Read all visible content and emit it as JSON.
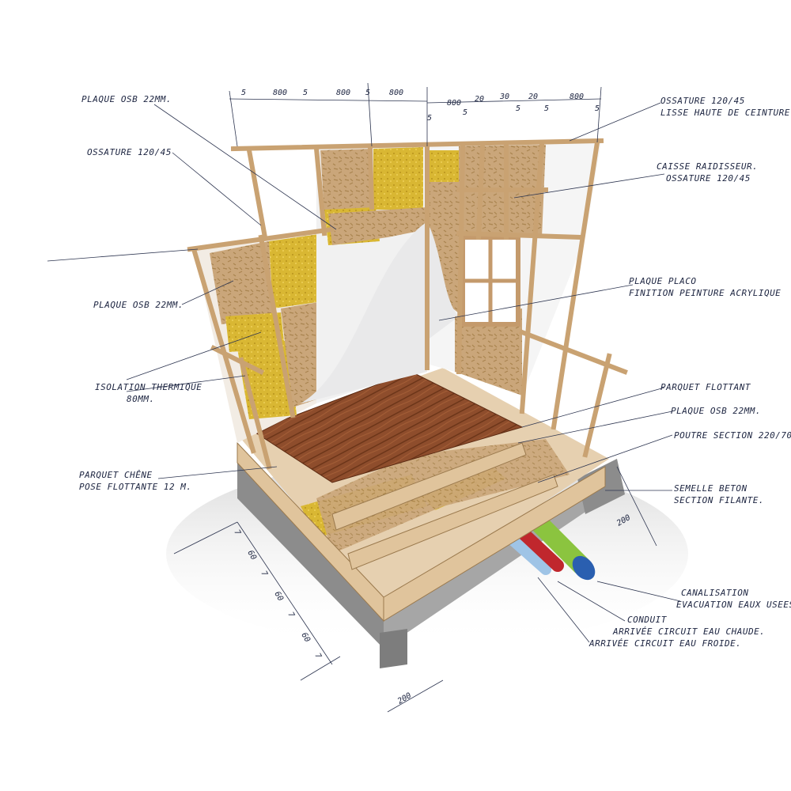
{
  "labels": {
    "osb_top": "PLAQUE OSB 22MM.",
    "ossature_left": "OSSATURE 120/45",
    "ossature_right_1": "OSSATURE 120/45",
    "ossature_right_2": "LISSE HAUTE DE CEINTURE.",
    "caisse_1": "CAISSE RAIDISSEUR.",
    "caisse_2": "OSSATURE 120/45",
    "placo_1": "PLAQUE PLACO",
    "placo_2": "FINITION PEINTURE ACRYLIQUE",
    "osb_left": "PLAQUE OSB 22MM.",
    "isolation_1": "ISOLATION THERMIQUE",
    "isolation_2": "80MM.",
    "parquet_flottant": "PARQUET FLOTTANT",
    "osb_floor": "PLAQUE OSB 22MM.",
    "poutre": "POUTRE SECTION 220/70",
    "parquet_chene_1": "PARQUET CHÊNE",
    "parquet_chene_2": "POSE FLOTTANTE 12 M.",
    "semelle_1": "SEMELLE BETON",
    "semelle_2": "SECTION FILANTE.",
    "canalisation_1": "CANALISATION",
    "canalisation_2": "EVACUATION EAUX USEES.",
    "conduit_1": "CONDUIT",
    "conduit_2": "ARRIVÉE CIRCUIT EAU CHAUDE.",
    "conduit_3": "ARRIVÉE CIRCUIT EAU FROIDE."
  },
  "dimensions_top": [
    "5",
    "800",
    "5",
    "800",
    "5",
    "800",
    "5",
    "800",
    "5",
    "20",
    "30",
    "5",
    "20",
    "5",
    "800",
    "5"
  ],
  "dimensions_left": [
    "7",
    "60",
    "7",
    "60",
    "7",
    "60",
    "7"
  ],
  "dimension_bottom": "200",
  "dimension_right": "200",
  "stock_id": "233021196",
  "colors": {
    "wood_frame": "#d8b58a",
    "osb": "#c9a77a",
    "insulation": "#d8b631",
    "drywall": "#e9e9ea",
    "parquet": "#8a4a2a",
    "concrete": "#9a9a9a",
    "pipe_red": "#c0272d",
    "pipe_green": "#8bc43f",
    "pipe_blue": "#2a5fb0",
    "pipe_light": "#9fc4e6",
    "ink": "#1c2440"
  }
}
